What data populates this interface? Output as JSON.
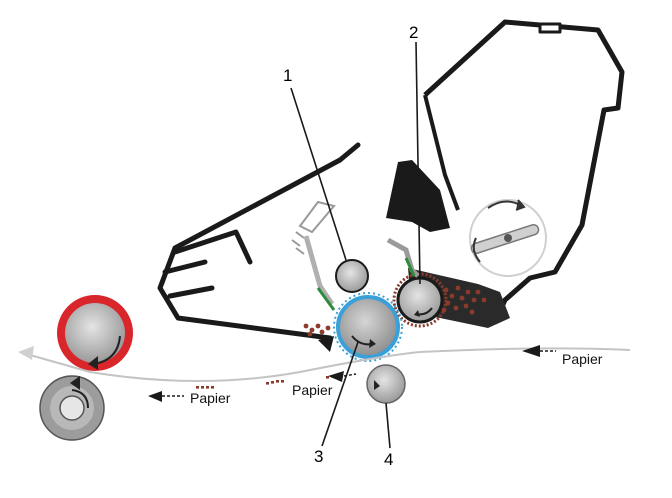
{
  "callouts": {
    "c1": "1",
    "c2": "2",
    "c3": "3",
    "c4": "4"
  },
  "paper_labels": {
    "right": "Papier",
    "middle": "Papier",
    "left": "Papier"
  },
  "colors": {
    "fuser_ring": "#d9262a",
    "transfer_ring": "#3aa0d8",
    "toner": "#8a3b2a",
    "blade": "#2e8b3a",
    "outline": "#1a1a1a",
    "roller_fill": "#bdbdbd"
  }
}
